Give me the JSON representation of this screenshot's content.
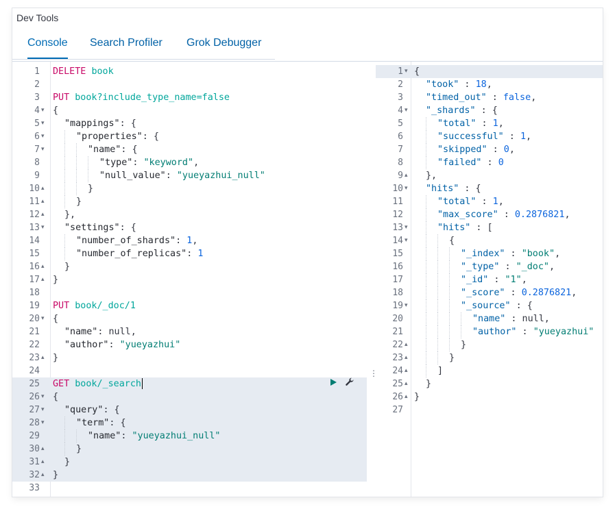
{
  "app": {
    "title": "Dev Tools"
  },
  "tabs": [
    {
      "label": "Console",
      "active": true
    },
    {
      "label": "Search Profiler",
      "active": false
    },
    {
      "label": "Grok Debugger",
      "active": false
    }
  ],
  "request_editor": {
    "lines": [
      {
        "n": "1",
        "fold": "",
        "tokens": [
          [
            "method",
            "DELETE "
          ],
          [
            "url",
            "book"
          ]
        ]
      },
      {
        "n": "2",
        "fold": "",
        "tokens": []
      },
      {
        "n": "3",
        "fold": "",
        "tokens": [
          [
            "method",
            "PUT "
          ],
          [
            "url",
            "book?include_type_name=false"
          ]
        ]
      },
      {
        "n": "4",
        "fold": "▾",
        "tokens": [
          [
            "punc",
            "{"
          ]
        ]
      },
      {
        "n": "5",
        "fold": "▾",
        "indent": 1,
        "tokens": [
          [
            "key",
            "\"mappings\""
          ],
          [
            "punc",
            ": {"
          ]
        ]
      },
      {
        "n": "6",
        "fold": "▾",
        "indent": 2,
        "tokens": [
          [
            "key",
            "\"properties\""
          ],
          [
            "punc",
            ": {"
          ]
        ]
      },
      {
        "n": "7",
        "fold": "▾",
        "indent": 3,
        "tokens": [
          [
            "key",
            "\"name\""
          ],
          [
            "punc",
            ": {"
          ]
        ]
      },
      {
        "n": "8",
        "fold": "",
        "indent": 4,
        "tokens": [
          [
            "key",
            "\"type\""
          ],
          [
            "punc",
            ": "
          ],
          [
            "str",
            "\"keyword\""
          ],
          [
            "punc",
            ","
          ]
        ]
      },
      {
        "n": "9",
        "fold": "",
        "indent": 4,
        "tokens": [
          [
            "key",
            "\"null_value\""
          ],
          [
            "punc",
            ": "
          ],
          [
            "str",
            "\"yueyazhui_null\""
          ]
        ]
      },
      {
        "n": "10",
        "fold": "▴",
        "indent": 3,
        "tokens": [
          [
            "punc",
            "}"
          ]
        ]
      },
      {
        "n": "11",
        "fold": "▴",
        "indent": 2,
        "tokens": [
          [
            "punc",
            "}"
          ]
        ]
      },
      {
        "n": "12",
        "fold": "▴",
        "indent": 1,
        "tokens": [
          [
            "punc",
            "},"
          ]
        ]
      },
      {
        "n": "13",
        "fold": "▾",
        "indent": 1,
        "tokens": [
          [
            "key",
            "\"settings\""
          ],
          [
            "punc",
            ": {"
          ]
        ]
      },
      {
        "n": "14",
        "fold": "",
        "indent": 2,
        "tokens": [
          [
            "key",
            "\"number_of_shards\""
          ],
          [
            "punc",
            ": "
          ],
          [
            "num",
            "1"
          ],
          [
            "punc",
            ","
          ]
        ]
      },
      {
        "n": "15",
        "fold": "",
        "indent": 2,
        "tokens": [
          [
            "key",
            "\"number_of_replicas\""
          ],
          [
            "punc",
            ": "
          ],
          [
            "num",
            "1"
          ]
        ]
      },
      {
        "n": "16",
        "fold": "▴",
        "indent": 1,
        "tokens": [
          [
            "punc",
            "}"
          ]
        ]
      },
      {
        "n": "17",
        "fold": "▴",
        "tokens": [
          [
            "punc",
            "}"
          ]
        ]
      },
      {
        "n": "18",
        "fold": "",
        "tokens": []
      },
      {
        "n": "19",
        "fold": "",
        "tokens": [
          [
            "method",
            "PUT "
          ],
          [
            "url",
            "book/_doc/1"
          ]
        ]
      },
      {
        "n": "20",
        "fold": "▾",
        "tokens": [
          [
            "punc",
            "{"
          ]
        ]
      },
      {
        "n": "21",
        "fold": "",
        "indent": 1,
        "tokens": [
          [
            "key",
            "\"name\""
          ],
          [
            "punc",
            ": null,"
          ]
        ]
      },
      {
        "n": "22",
        "fold": "",
        "indent": 1,
        "tokens": [
          [
            "key",
            "\"author\""
          ],
          [
            "punc",
            ": "
          ],
          [
            "str",
            "\"yueyazhui\""
          ]
        ]
      },
      {
        "n": "23",
        "fold": "▴",
        "tokens": [
          [
            "punc",
            "}"
          ]
        ]
      },
      {
        "n": "24",
        "fold": "",
        "tokens": []
      },
      {
        "n": "25",
        "fold": "",
        "hl": true,
        "cursor": true,
        "tokens": [
          [
            "method",
            "GET "
          ],
          [
            "url",
            "book/_search"
          ]
        ]
      },
      {
        "n": "26",
        "fold": "▾",
        "hl": true,
        "tokens": [
          [
            "punc",
            "{"
          ]
        ]
      },
      {
        "n": "27",
        "fold": "▾",
        "hl": true,
        "indent": 1,
        "tokens": [
          [
            "key",
            "\"query\""
          ],
          [
            "punc",
            ": {"
          ]
        ]
      },
      {
        "n": "28",
        "fold": "▾",
        "hl": true,
        "indent": 2,
        "tokens": [
          [
            "key",
            "\"term\""
          ],
          [
            "punc",
            ": {"
          ]
        ]
      },
      {
        "n": "29",
        "fold": "",
        "hl": true,
        "indent": 3,
        "tokens": [
          [
            "key",
            "\"name\""
          ],
          [
            "punc",
            ": "
          ],
          [
            "str",
            "\"yueyazhui_null\""
          ]
        ]
      },
      {
        "n": "30",
        "fold": "▴",
        "hl": true,
        "indent": 2,
        "tokens": [
          [
            "punc",
            "}"
          ]
        ]
      },
      {
        "n": "31",
        "fold": "▴",
        "hl": true,
        "indent": 1,
        "tokens": [
          [
            "punc",
            "}"
          ]
        ]
      },
      {
        "n": "32",
        "fold": "▴",
        "hl": true,
        "tokens": [
          [
            "punc",
            "}"
          ]
        ]
      },
      {
        "n": "33",
        "fold": "",
        "tokens": []
      }
    ]
  },
  "actions": {
    "run_icon": "play-icon",
    "settings_icon": "wrench-icon",
    "run_color": "#017d73"
  },
  "response_panel": {
    "lines": [
      {
        "n": "1",
        "fold": "▾",
        "hl": true,
        "tokens": [
          [
            "punc",
            "{"
          ]
        ]
      },
      {
        "n": "2",
        "fold": "",
        "indent": 1,
        "tokens": [
          [
            "rkey",
            "\"took\""
          ],
          [
            "punc",
            " : "
          ],
          [
            "num",
            "18"
          ],
          [
            "punc",
            ","
          ]
        ]
      },
      {
        "n": "3",
        "fold": "",
        "indent": 1,
        "tokens": [
          [
            "rkey",
            "\"timed_out\""
          ],
          [
            "punc",
            " : "
          ],
          [
            "bool",
            "false"
          ],
          [
            "punc",
            ","
          ]
        ]
      },
      {
        "n": "4",
        "fold": "▾",
        "indent": 1,
        "tokens": [
          [
            "rkey",
            "\"_shards\""
          ],
          [
            "punc",
            " : {"
          ]
        ]
      },
      {
        "n": "5",
        "fold": "",
        "indent": 2,
        "tokens": [
          [
            "rkey",
            "\"total\""
          ],
          [
            "punc",
            " : "
          ],
          [
            "num",
            "1"
          ],
          [
            "punc",
            ","
          ]
        ]
      },
      {
        "n": "6",
        "fold": "",
        "indent": 2,
        "tokens": [
          [
            "rkey",
            "\"successful\""
          ],
          [
            "punc",
            " : "
          ],
          [
            "num",
            "1"
          ],
          [
            "punc",
            ","
          ]
        ]
      },
      {
        "n": "7",
        "fold": "",
        "indent": 2,
        "tokens": [
          [
            "rkey",
            "\"skipped\""
          ],
          [
            "punc",
            " : "
          ],
          [
            "num",
            "0"
          ],
          [
            "punc",
            ","
          ]
        ]
      },
      {
        "n": "8",
        "fold": "",
        "indent": 2,
        "tokens": [
          [
            "rkey",
            "\"failed\""
          ],
          [
            "punc",
            " : "
          ],
          [
            "num",
            "0"
          ]
        ]
      },
      {
        "n": "9",
        "fold": "▴",
        "indent": 1,
        "tokens": [
          [
            "punc",
            "},"
          ]
        ]
      },
      {
        "n": "10",
        "fold": "▾",
        "indent": 1,
        "tokens": [
          [
            "rkey",
            "\"hits\""
          ],
          [
            "punc",
            " : {"
          ]
        ]
      },
      {
        "n": "11",
        "fold": "",
        "indent": 2,
        "tokens": [
          [
            "rkey",
            "\"total\""
          ],
          [
            "punc",
            " : "
          ],
          [
            "num",
            "1"
          ],
          [
            "punc",
            ","
          ]
        ]
      },
      {
        "n": "12",
        "fold": "",
        "indent": 2,
        "tokens": [
          [
            "rkey",
            "\"max_score\""
          ],
          [
            "punc",
            " : "
          ],
          [
            "num",
            "0.2876821"
          ],
          [
            "punc",
            ","
          ]
        ]
      },
      {
        "n": "13",
        "fold": "▾",
        "indent": 2,
        "tokens": [
          [
            "rkey",
            "\"hits\""
          ],
          [
            "punc",
            " : ["
          ]
        ]
      },
      {
        "n": "14",
        "fold": "▾",
        "indent": 3,
        "tokens": [
          [
            "punc",
            "{"
          ]
        ]
      },
      {
        "n": "15",
        "fold": "",
        "indent": 4,
        "tokens": [
          [
            "rkey",
            "\"_index\""
          ],
          [
            "punc",
            " : "
          ],
          [
            "rstr",
            "\"book\""
          ],
          [
            "punc",
            ","
          ]
        ]
      },
      {
        "n": "16",
        "fold": "",
        "indent": 4,
        "tokens": [
          [
            "rkey",
            "\"_type\""
          ],
          [
            "punc",
            " : "
          ],
          [
            "rstr",
            "\"_doc\""
          ],
          [
            "punc",
            ","
          ]
        ]
      },
      {
        "n": "17",
        "fold": "",
        "indent": 4,
        "tokens": [
          [
            "rkey",
            "\"_id\""
          ],
          [
            "punc",
            " : "
          ],
          [
            "rstr",
            "\"1\""
          ],
          [
            "punc",
            ","
          ]
        ]
      },
      {
        "n": "18",
        "fold": "",
        "indent": 4,
        "tokens": [
          [
            "rkey",
            "\"_score\""
          ],
          [
            "punc",
            " : "
          ],
          [
            "num",
            "0.2876821"
          ],
          [
            "punc",
            ","
          ]
        ]
      },
      {
        "n": "19",
        "fold": "▾",
        "indent": 4,
        "tokens": [
          [
            "rkey",
            "\"_source\""
          ],
          [
            "punc",
            " : {"
          ]
        ]
      },
      {
        "n": "20",
        "fold": "",
        "indent": 5,
        "tokens": [
          [
            "rkey",
            "\"name\""
          ],
          [
            "punc",
            " : null,"
          ]
        ]
      },
      {
        "n": "21",
        "fold": "",
        "indent": 5,
        "tokens": [
          [
            "rkey",
            "\"author\""
          ],
          [
            "punc",
            " : "
          ],
          [
            "rstr",
            "\"yueyazhui\""
          ]
        ]
      },
      {
        "n": "22",
        "fold": "▴",
        "indent": 4,
        "tokens": [
          [
            "punc",
            "}"
          ]
        ]
      },
      {
        "n": "23",
        "fold": "▴",
        "indent": 3,
        "tokens": [
          [
            "punc",
            "}"
          ]
        ]
      },
      {
        "n": "24",
        "fold": "▴",
        "indent": 2,
        "tokens": [
          [
            "punc",
            "]"
          ]
        ]
      },
      {
        "n": "25",
        "fold": "▴",
        "indent": 1,
        "tokens": [
          [
            "punc",
            "}"
          ]
        ]
      },
      {
        "n": "26",
        "fold": "▴",
        "tokens": [
          [
            "punc",
            "}"
          ]
        ]
      },
      {
        "n": "27",
        "fold": "",
        "tokens": []
      }
    ]
  }
}
